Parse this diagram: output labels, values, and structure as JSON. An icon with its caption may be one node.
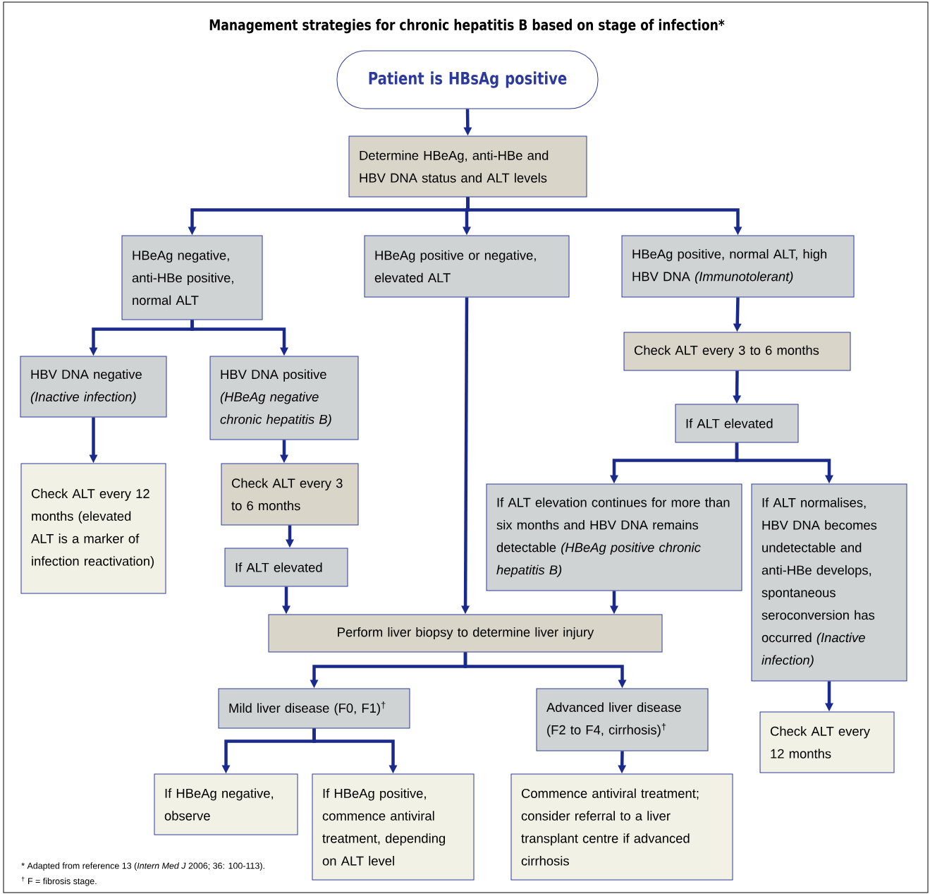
{
  "diagram": {
    "title": "Management strategies for chronic hepatitis B based on stage of infection*",
    "nodes": [
      {
        "text": [
          "Patient is HBsAg positive"
        ]
      },
      {
        "text": [
          "Determine HBeAg, anti-HBe and HBV DNA status and ALT levels"
        ]
      },
      {
        "text": [
          "HBeAg negative, anti-HBe positive, normal ALT"
        ]
      },
      {
        "text": [
          "HBeAg positive or negative, elevated ALT"
        ]
      },
      {
        "text": [
          "HBeAg positive, normal ALT, high HBV DNA *(Immunotolerant)*"
        ]
      },
      {
        "text": [
          "HBV DNA negative *(Inactive infection)*"
        ]
      },
      {
        "text": [
          "HBV DNA positive *(HBeAg negative chronic hepatitis B)*"
        ]
      },
      {
        "text": [
          "Check ALT every 3 to 6 months"
        ]
      },
      {
        "text": [
          "If ALT elevated"
        ]
      },
      {
        "text": [
          "Check ALT every 12 months (elevated ALT is a marker of infection reactivation)"
        ]
      },
      {
        "text": [
          "Check ALT every 3 to 6 months"
        ]
      },
      {
        "text": [
          "If ALT elevated"
        ]
      },
      {
        "text": [
          "If ALT elevation continues for more than six months and HBV DNA remains detectable *(HBeAg positive chronic hepatitis B)*"
        ]
      },
      {
        "text": [
          "If ALT normalises, HBV DNA becomes undetectable and anti-HBe develops, spontaneous seroconversion has occurred *(Inactive infection)*"
        ]
      },
      {
        "text": [
          "Perform liver biopsy to determine liver injury"
        ]
      },
      {
        "text": [
          "Mild liver disease (F0, F1)$^{†}$"
        ]
      },
      {
        "text": [
          "Advanced liver disease (F2 to F4, cirrhosis)$^{†}$"
        ]
      },
      {
        "text": [
          "Check ALT every 12 months"
        ]
      },
      {
        "text": [
          "If HBeAg negative, observe"
        ]
      },
      {
        "text": [
          "If HBeAg positive, commence antiviral treatment, depending on ALT level"
        ]
      },
      {
        "text": [
          "Commence antiviral treatment; consider referral to a liver transplant centre if advanced cirrhosis"
        ]
      }
    ],
    "edges": [
      {
        "from": 0,
        "to": 1,
        "arrow": "to"
      },
      {
        "from": 1,
        "to": 2,
        "arrow": "to"
      },
      {
        "from": 1,
        "to": 3,
        "arrow": "to"
      },
      {
        "from": 1,
        "to": 4,
        "arrow": "to"
      },
      {
        "from": 2,
        "to": 5,
        "arrow": "to"
      },
      {
        "from": 2,
        "to": 6,
        "arrow": "to"
      },
      {
        "from": 4,
        "to": 7,
        "arrow": "to"
      },
      {
        "from": 7,
        "to": 8,
        "arrow": "to"
      },
      {
        "from": 5,
        "to": 9,
        "arrow": "to"
      },
      {
        "from": 6,
        "to": 10,
        "arrow": "to"
      },
      {
        "from": 10,
        "to": 11,
        "arrow": "to"
      },
      {
        "from": 8,
        "to": 12,
        "arrow": "to"
      },
      {
        "from": 8,
        "to": 13,
        "arrow": "to"
      },
      {
        "from": 11,
        "to": 14,
        "arrow": "to"
      },
      {
        "from": 3,
        "to": 14,
        "arrow": "to"
      },
      {
        "from": 12,
        "to": 14,
        "arrow": "to"
      },
      {
        "from": 13,
        "to": 17,
        "arrow": "to"
      },
      {
        "from": 14,
        "to": 15,
        "arrow": "to"
      },
      {
        "from": 14,
        "to": 16,
        "arrow": "to"
      },
      {
        "from": 15,
        "to": 18,
        "arrow": "to"
      },
      {
        "from": 15,
        "to": 19,
        "arrow": "to"
      },
      {
        "from": 16,
        "to": 20,
        "arrow": "to"
      }
    ],
    "labels": [
      "* Adapted from reference 13 (*Intern Med J* 2006; 36: 100-113).",
      "$^{†}$ F = fibrosis stage."
    ]
  }
}
